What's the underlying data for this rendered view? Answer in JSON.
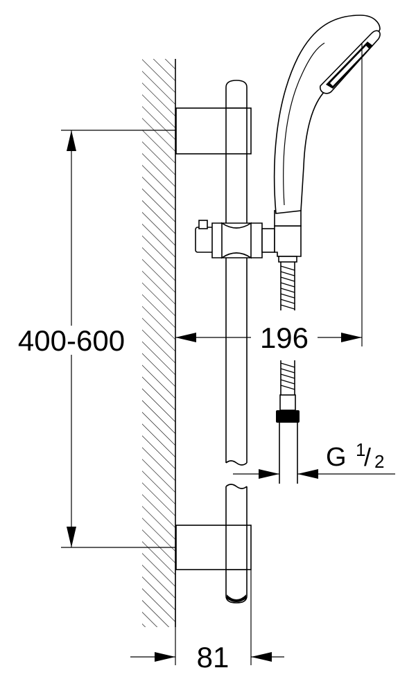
{
  "dimensions": {
    "height_range": "400-600",
    "projection": "196",
    "depth": "81",
    "thread": {
      "letter": "G",
      "numerator": "1",
      "slash": "/",
      "denominator": "2"
    }
  },
  "colors": {
    "ink": "#000000",
    "paper": "#ffffff"
  }
}
